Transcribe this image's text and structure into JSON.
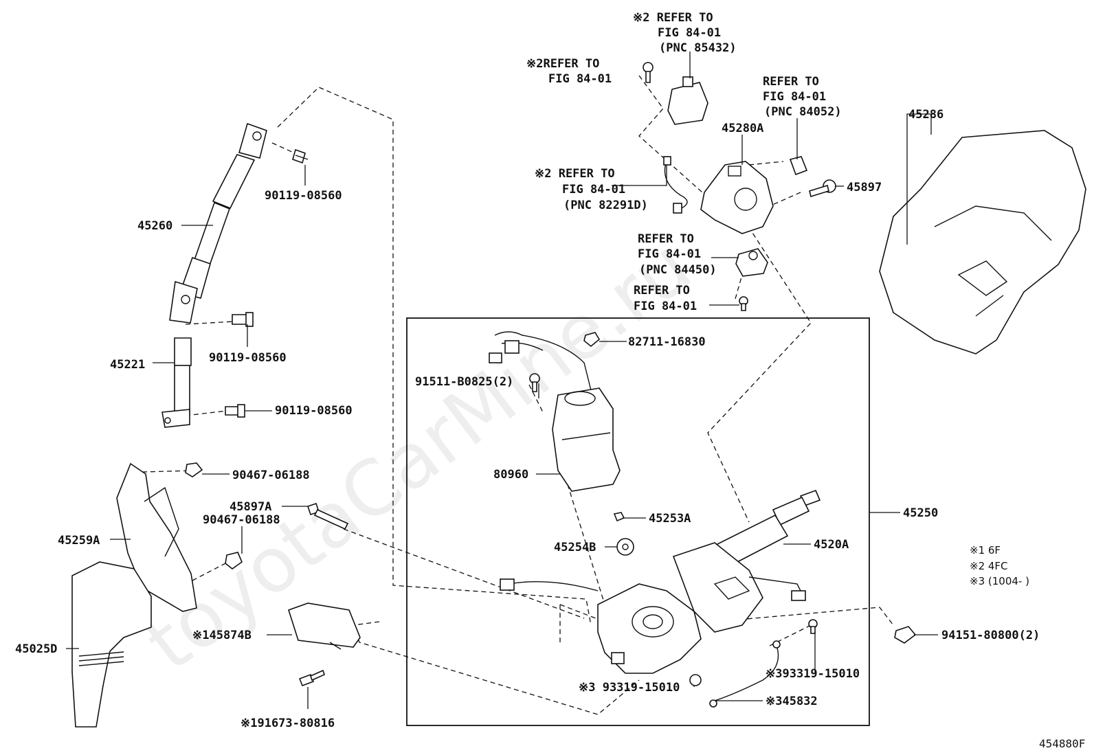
{
  "watermark": "toyotaCarMine.ru",
  "figure_code": "454880F",
  "notes": [
    "※1 6F",
    "※2 4FC",
    "※3 (1004-        )"
  ],
  "refs": {
    "ref_85432": [
      "※2 REFER TO",
      "FIG 84-01",
      "(PNC 85432)"
    ],
    "ref_bolt_top": [
      "※2REFER TO",
      "FIG 84-01"
    ],
    "ref_84052": [
      "REFER TO",
      "FIG 84-01",
      "(PNC 84052)"
    ],
    "ref_82291d": [
      "※2 REFER TO",
      "FIG 84-01",
      "(PNC 82291D)"
    ],
    "ref_84450": [
      "REFER TO",
      "FIG 84-01",
      "(PNC 84450)"
    ],
    "ref_bolt_mid": [
      "REFER TO",
      "FIG 84-01"
    ]
  },
  "parts": {
    "p45260": "45260",
    "p90119_a": "90119-08560",
    "p90119_b": "90119-08560",
    "p90119_c": "90119-08560",
    "p45221": "45221",
    "p90467_a": "90467-06188",
    "p45897a": "45897A",
    "p90467_b": "90467-06188",
    "p45259a": "45259A",
    "p45025d": "45025D",
    "p145874b": "※145874B",
    "p191673": "※191673-80816",
    "p45280a": "45280A",
    "p45897": "45897",
    "p45286": "45286",
    "p82711": "82711-16830",
    "p91511": "91511-B0825(2)",
    "p80960": "80960",
    "p45253a": "45253A",
    "p45254b": "45254B",
    "p4520a": "4520A",
    "p45250": "45250",
    "p94151": "94151-80800(2)",
    "p93319_a": "※3 93319-15010",
    "p93319_b": "※393319-15010",
    "p45832": "※345832"
  }
}
